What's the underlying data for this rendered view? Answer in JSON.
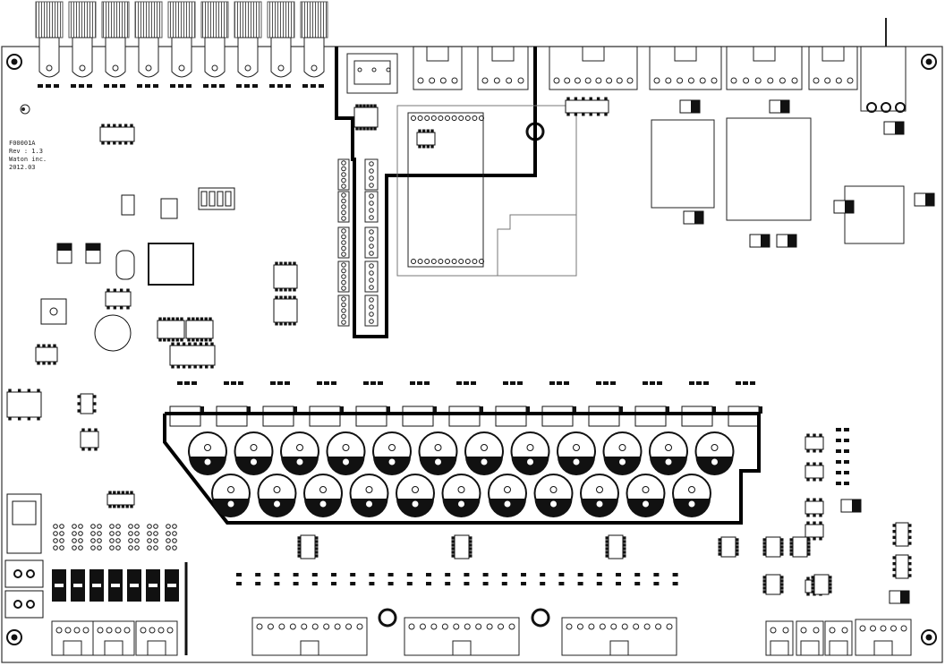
{
  "title_block": {
    "part_number": "F00001A",
    "revision": "Rev : 1.3",
    "company": "Waton inc.",
    "date": "2012.03"
  }
}
